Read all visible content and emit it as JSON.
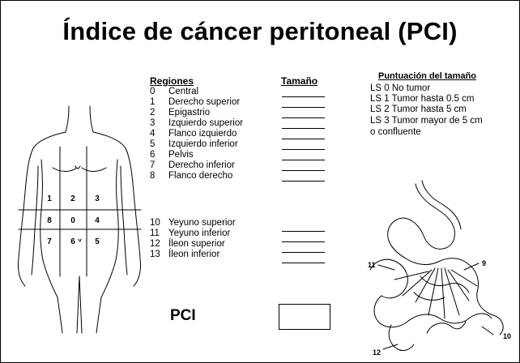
{
  "title": "Índice de cáncer peritoneal (PCI)",
  "regions": {
    "header": "Regiones",
    "items": [
      {
        "num": "0",
        "label": "Central"
      },
      {
        "num": "1",
        "label": "Derecho superior"
      },
      {
        "num": "2",
        "label": "Epigastrio"
      },
      {
        "num": "3",
        "label": "Izquierdo superior"
      },
      {
        "num": "4",
        "label": "Flanco izquierdo"
      },
      {
        "num": "5",
        "label": "Izquierdo inferior"
      },
      {
        "num": "6",
        "label": "Pelvis"
      },
      {
        "num": "7",
        "label": "Derecho inferior"
      },
      {
        "num": "8",
        "label": "Flanco derecho"
      },
      {
        "num": "10",
        "label": "Yeyuno superior"
      },
      {
        "num": "11",
        "label": "Yeyuno inferior"
      },
      {
        "num": "12",
        "label": "Íleon superior"
      },
      {
        "num": "13",
        "label": "Íleon inferior"
      }
    ]
  },
  "size": {
    "header": "Tamaño"
  },
  "score": {
    "header": "Puntuación  del tamaño",
    "lines": [
      "LS 0  No tumor",
      "LS 1 Tumor hasta 0.5 cm",
      "LS 2 Tumor hasta 5 cm",
      "LS 3 Tumor mayor de 5 cm",
      "o confluente"
    ]
  },
  "pci": {
    "label": "PCI"
  },
  "torso_grid": {
    "labels": [
      "1",
      "2",
      "3",
      "8",
      "0",
      "4",
      "7",
      "6",
      "5"
    ]
  },
  "intestine_labels": [
    "9",
    "11",
    "10",
    "12"
  ]
}
